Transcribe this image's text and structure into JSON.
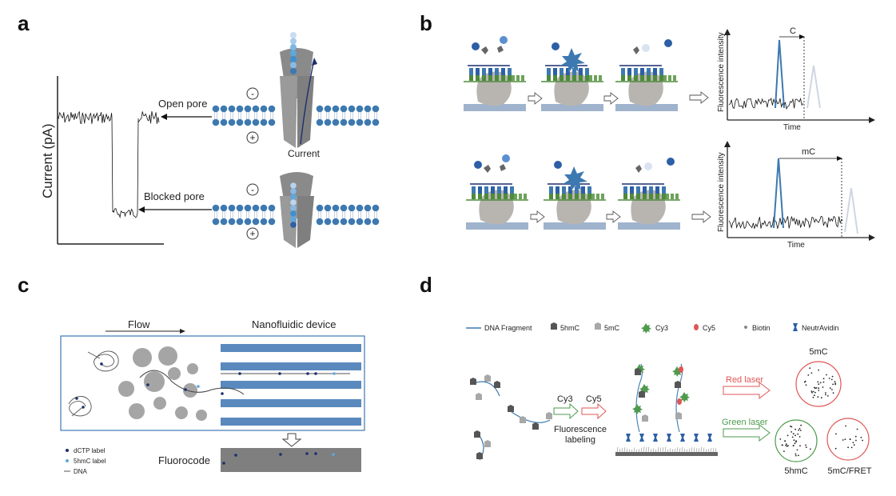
{
  "panel_labels": {
    "a": "a",
    "b": "b",
    "c": "c",
    "d": "d"
  },
  "panel_a": {
    "ylabel": "Current (pA)",
    "open_pore": "Open pore",
    "blocked_pore": "Blocked pore",
    "minus": "-",
    "plus": "+",
    "current": "Current"
  },
  "panel_b": {
    "ylabel": "Fluorescence intensity",
    "xlabel": "Time",
    "top_marker": "C",
    "bottom_marker": "mC"
  },
  "panel_c": {
    "flow": "Flow",
    "device": "Nanofluidic device",
    "fluorocode": "Fluorocode",
    "legend": [
      "dCTP label",
      "5hmC label",
      "DNA"
    ]
  },
  "panel_d": {
    "legend": [
      "DNA Fragment",
      "5hmC",
      "5mC",
      "Cy3",
      "Cy5",
      "Biotin",
      "NeutrAvidin"
    ],
    "cy3": "Cy3",
    "cy5": "Cy5",
    "fluor1": "Fluorescence",
    "fluor2": "labeling",
    "red_laser": "Red laser",
    "green_laser": "Green laser",
    "label_5mc": "5mC",
    "label_5hmc": "5hmC",
    "label_fret": "5mC/FRET"
  },
  "colors": {
    "blue": "#3d79b0",
    "navy": "#1b2f6e",
    "green": "#4e8a3a",
    "red": "#e05656",
    "gray": "#9a9a9a"
  }
}
